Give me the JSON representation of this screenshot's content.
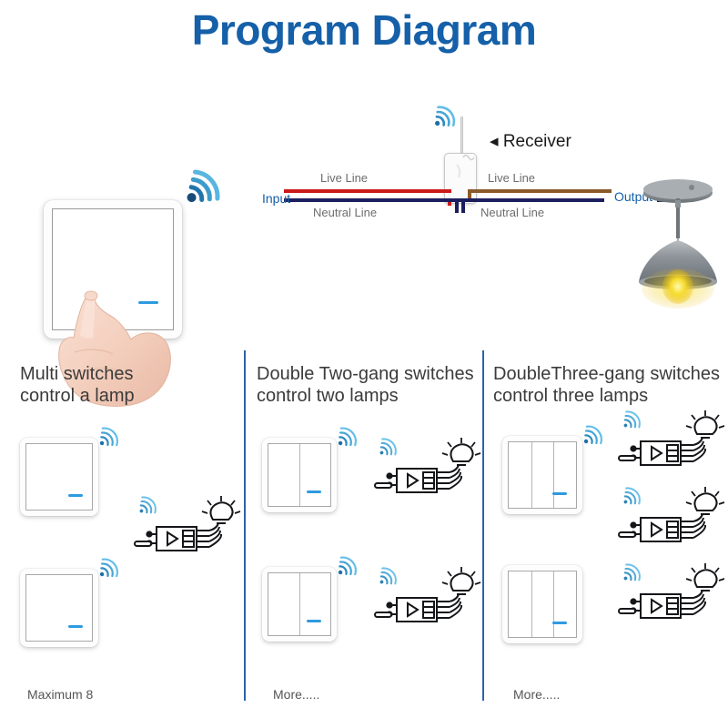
{
  "title": "Program Diagram",
  "colors": {
    "title_blue": "#1560a8",
    "divider_blue": "#2d63a8",
    "live_red": "#cc1a1a",
    "live_brown": "#8a5a2b",
    "neutral_navy": "#1b1f5e",
    "led_blue": "#2e9ae0",
    "signal_dark": "#184b78",
    "signal_light": "#4aaee0",
    "bulb_glow": "#f4d417"
  },
  "wiring": {
    "input_label": "Input",
    "output_label": "Output",
    "receiver_label": "Receiver",
    "receiver_arrow": "◂",
    "input_live_label": "Live Line",
    "input_neutral_label": "Neutral Line",
    "output_live_label": "Live Line",
    "output_neutral_label": "Neutral Line"
  },
  "hero": {
    "switch_name": "wall-switch-single-gang",
    "signal_icon": "wifi-signal-icon",
    "hand_icon": "hand-pressing-icon",
    "lamp_icon": "pendant-lamp-icon"
  },
  "columns": [
    {
      "id": "multi-switches-one-lamp",
      "heading": "Multi switches\ncontrol a lamp",
      "footer": "Maximum 8",
      "switches": [
        {
          "gangs": 1,
          "label": "single-gang-switch"
        },
        {
          "gangs": 1,
          "label": "single-gang-switch"
        }
      ],
      "receivers": 1
    },
    {
      "id": "double-two-gang-two-lamps",
      "heading": "Double Two-gang switches\ncontrol two lamps",
      "footer": "More.....",
      "switches": [
        {
          "gangs": 2,
          "label": "two-gang-switch"
        },
        {
          "gangs": 2,
          "label": "two-gang-switch"
        }
      ],
      "receivers": 2
    },
    {
      "id": "double-three-gang-three-lamps",
      "heading": "DoubleThree-gang switches\ncontrol three lamps",
      "footer": "More.....",
      "switches": [
        {
          "gangs": 3,
          "label": "three-gang-switch"
        },
        {
          "gangs": 3,
          "label": "three-gang-switch"
        }
      ],
      "receivers": 3
    }
  ]
}
